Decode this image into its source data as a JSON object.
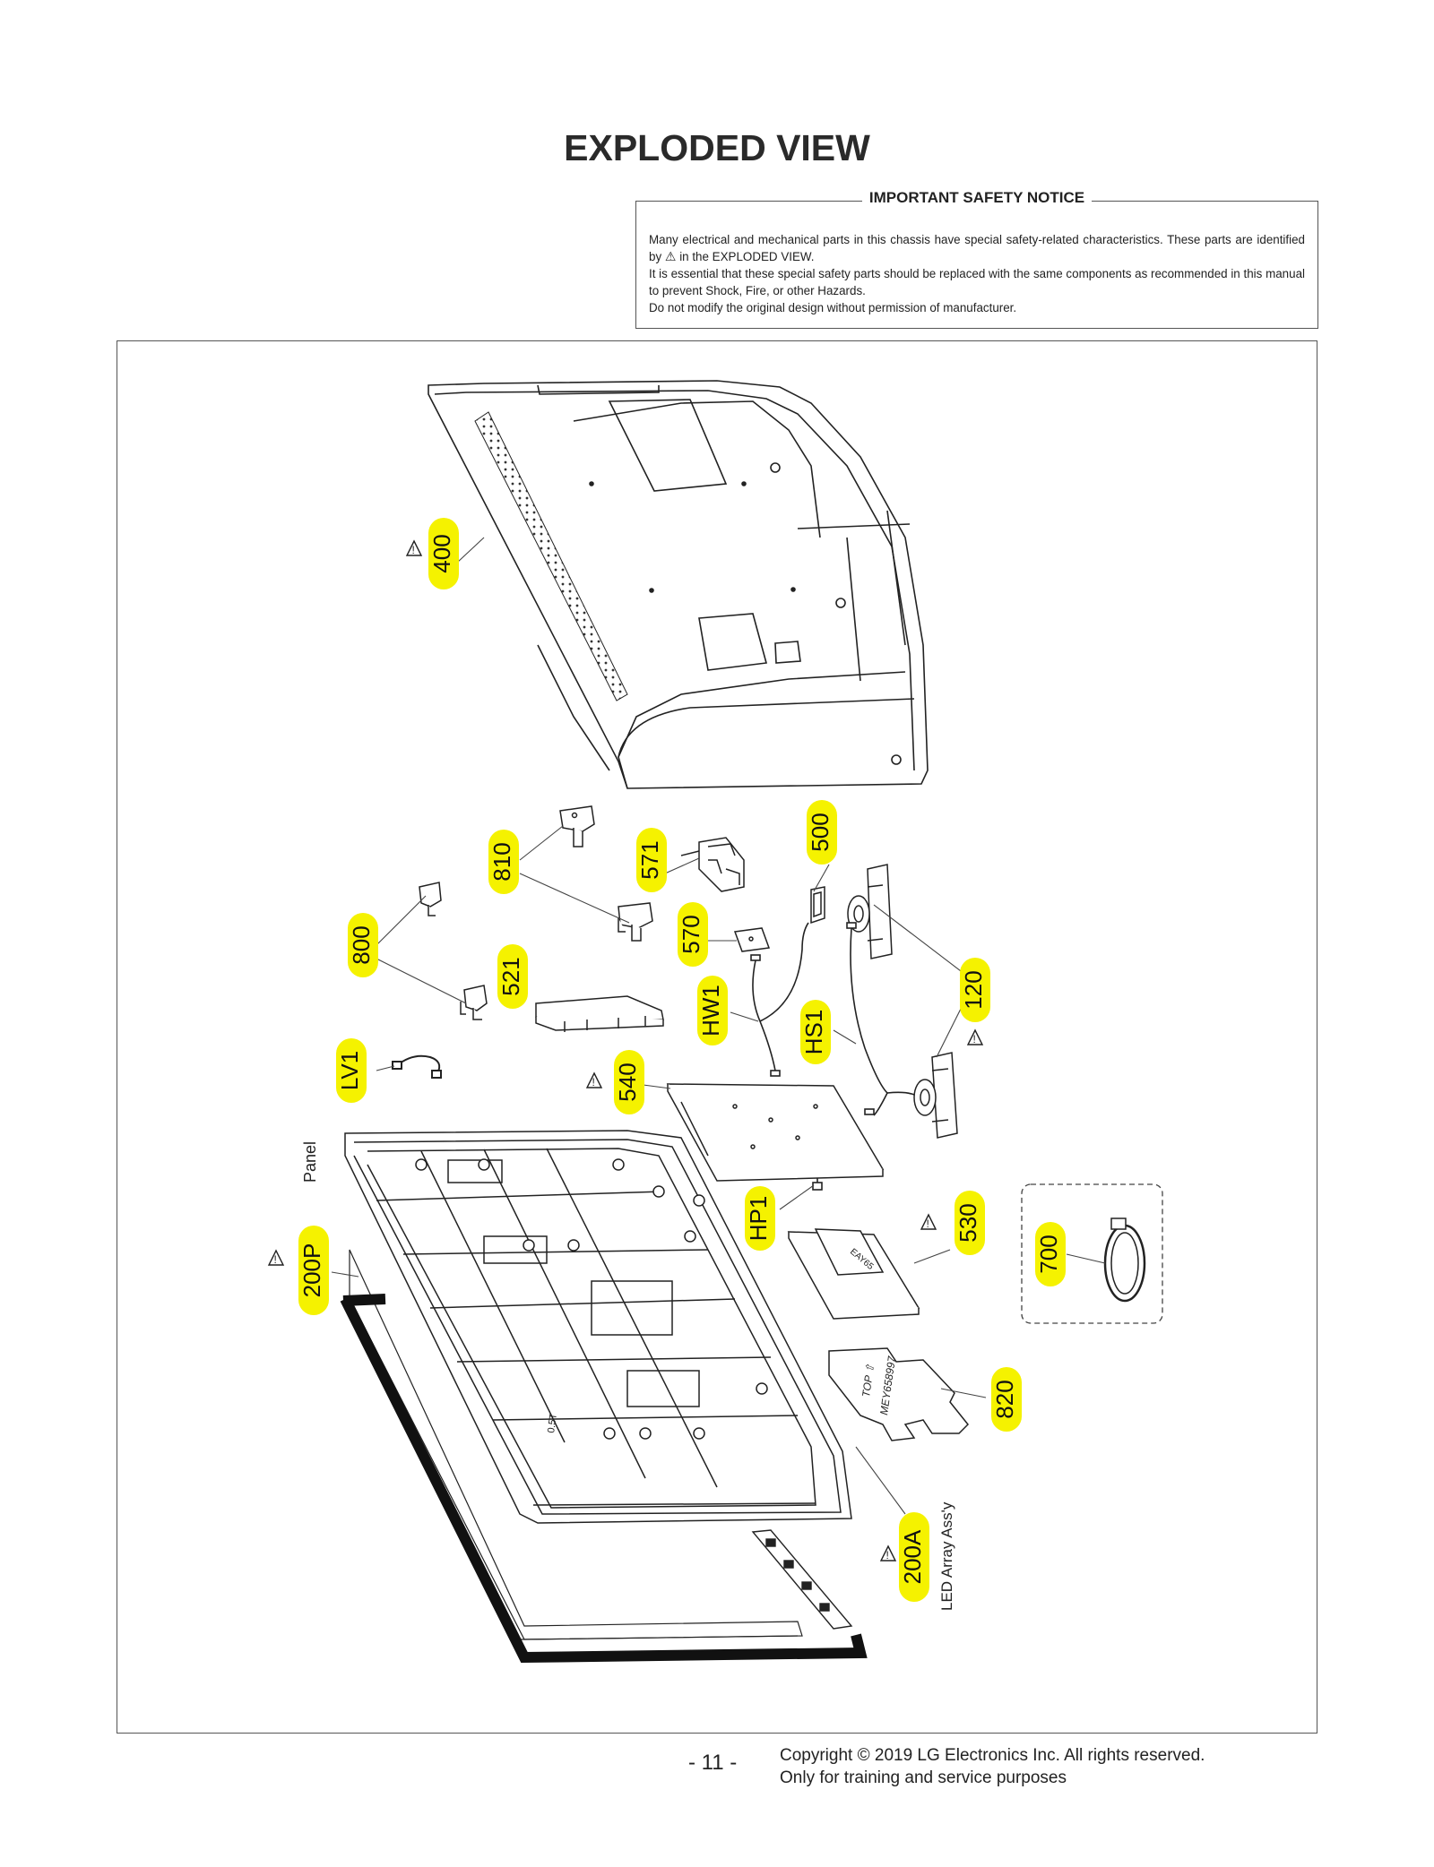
{
  "title": "EXPLODED VIEW",
  "notice": {
    "heading": "IMPORTANT SAFETY NOTICE",
    "line1a": "Many electrical and mechanical parts in this chassis have special safety-related characteristics. These parts are identified by",
    "line1b": "in the EXPLODED VIEW.",
    "line2": "It is essential that these special safety parts should be replaced with the same components as recommended in this manual to prevent Shock, Fire, or other Hazards.",
    "line3": "Do not modify the original design without permission of manufacturer."
  },
  "parts": {
    "p400": "400",
    "p810": "810",
    "p571": "571",
    "p500": "500",
    "p800": "800",
    "p521": "521",
    "p570": "570",
    "p120": "120",
    "pHW1": "HW1",
    "pHS1": "HS1",
    "pLV1": "LV1",
    "p540": "540",
    "pHP1": "HP1",
    "p530": "530",
    "p700": "700",
    "p200P": "200P",
    "p820": "820",
    "p200A": "200A"
  },
  "labels": {
    "panel": "Panel",
    "led_array": "LED Array Ass'y",
    "board_top": "TOP ⇧",
    "board_code": "MEY658997",
    "chassis_text": "0.5T"
  },
  "colors": {
    "highlight": "#f5f200",
    "line": "#222222"
  },
  "footer": {
    "page": "- 11 -",
    "copyright": "Copyright © 2019 LG Electronics Inc. All rights reserved.",
    "purpose": "Only for training and service purposes"
  }
}
